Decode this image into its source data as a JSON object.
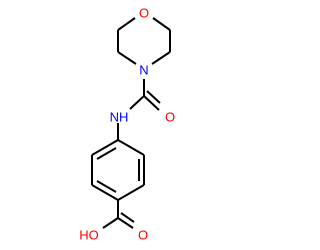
{
  "molecule": {
    "atoms": {
      "ring_oxygen": "O",
      "ring_nitrogen": "N",
      "amide_nh": "NH",
      "carbonyl_oxygen": "O",
      "acid_hydroxyl": "HO",
      "acid_carbonyl_oxygen": "O"
    },
    "colors": {
      "bond": "#000000",
      "oxygen": "#ff0000",
      "nitrogen": "#0000ff"
    }
  }
}
